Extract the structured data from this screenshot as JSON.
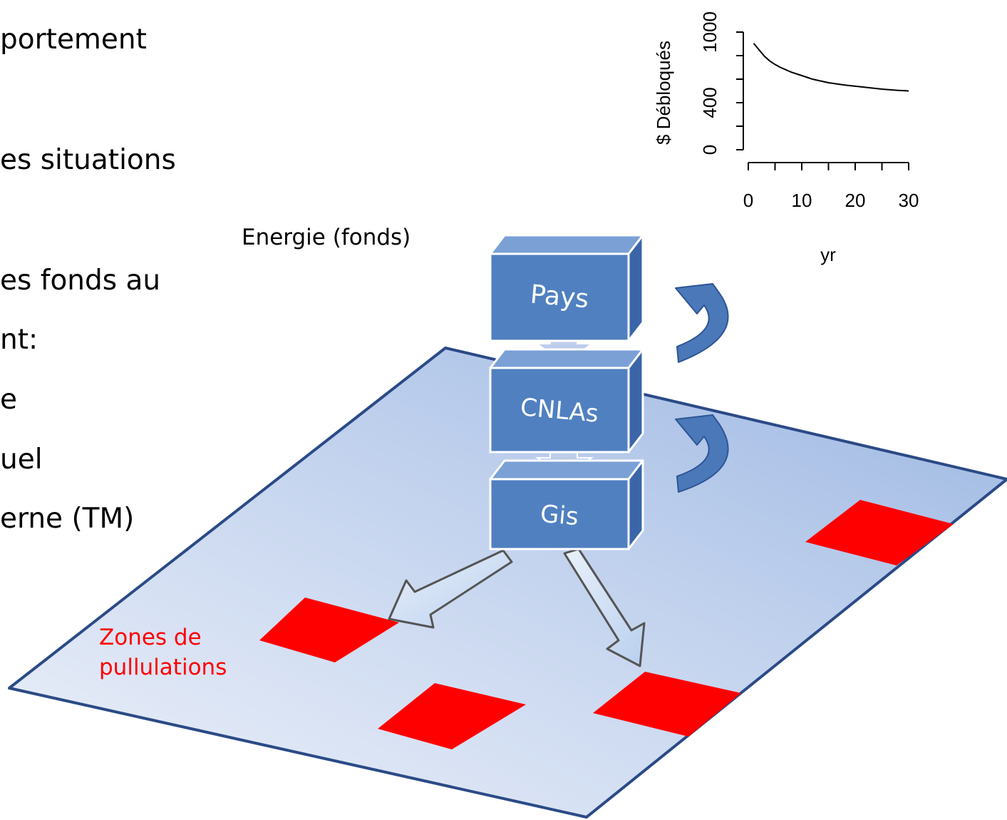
{
  "bullets": [
    "portement",
    "es situations",
    "es fonds au",
    "nt:",
    "e",
    "uel",
    "erne (TM)"
  ],
  "diagram": {
    "energy_label": "Energie (fonds)",
    "boxes": [
      "Pays",
      "CNLAs",
      "Gis"
    ],
    "zones_label_line1": "Zones de",
    "zones_label_line2": "pullulations",
    "colors": {
      "box_face": "#5080c0",
      "box_top": "#7aa0d6",
      "box_side": "#3a66a8",
      "plane_dark": "#9fb8e2",
      "plane_light": "#e8eef9",
      "zone": "#ff0000",
      "curved_arrow": "#4a78b8"
    }
  },
  "chart_data": {
    "type": "line",
    "xlabel": "yr",
    "ylabel": "$ Débloqués",
    "xticks": [
      0,
      10,
      20,
      30
    ],
    "yticks": [
      0,
      400,
      1000
    ],
    "xlim": [
      0,
      30
    ],
    "ylim": [
      0,
      1000
    ],
    "x": [
      1,
      2,
      3,
      4,
      5,
      6,
      8,
      10,
      12,
      15,
      18,
      20,
      22,
      25,
      28,
      30
    ],
    "y": [
      905,
      850,
      795,
      755,
      725,
      700,
      660,
      630,
      600,
      570,
      550,
      540,
      530,
      515,
      505,
      500
    ]
  }
}
